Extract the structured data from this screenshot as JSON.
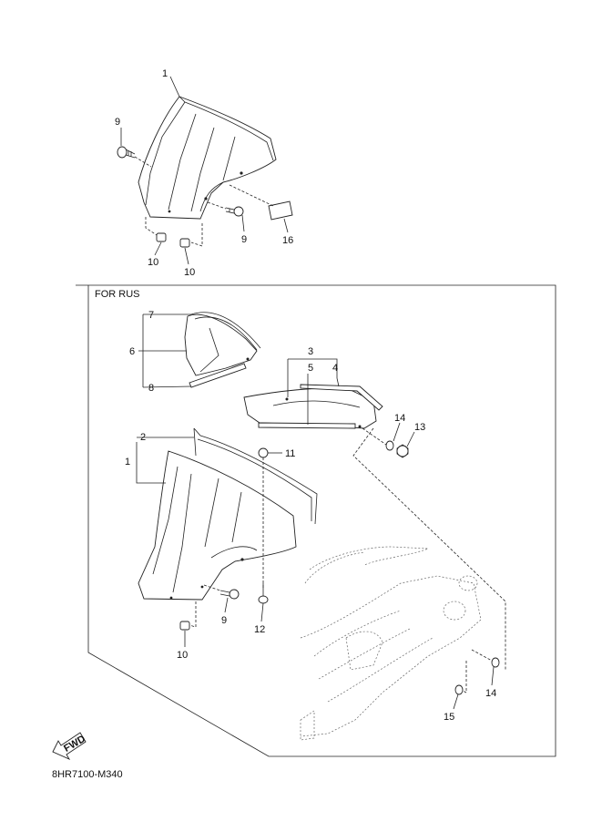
{
  "frame": {
    "title": "FOR RUS"
  },
  "fwd_label": "FWD",
  "diagram_code": "8HR7100-M340",
  "callouts": [
    {
      "id": "c1-top",
      "text": "1"
    },
    {
      "id": "c9-top-left",
      "text": "9"
    },
    {
      "id": "c9-top-right",
      "text": "9"
    },
    {
      "id": "c16",
      "text": "16"
    },
    {
      "id": "c10-top-a",
      "text": "10"
    },
    {
      "id": "c10-top-b",
      "text": "10"
    },
    {
      "id": "c7",
      "text": "7"
    },
    {
      "id": "c6",
      "text": "6"
    },
    {
      "id": "c8",
      "text": "8"
    },
    {
      "id": "c3",
      "text": "3"
    },
    {
      "id": "c5",
      "text": "5"
    },
    {
      "id": "c4",
      "text": "4"
    },
    {
      "id": "c14-upper",
      "text": "14"
    },
    {
      "id": "c13",
      "text": "13"
    },
    {
      "id": "c2",
      "text": "2"
    },
    {
      "id": "c1-rus",
      "text": "1"
    },
    {
      "id": "c11",
      "text": "11"
    },
    {
      "id": "c9-rus",
      "text": "9"
    },
    {
      "id": "c12",
      "text": "12"
    },
    {
      "id": "c10-rus",
      "text": "10"
    },
    {
      "id": "c14-lower",
      "text": "14"
    },
    {
      "id": "c15",
      "text": "15"
    }
  ]
}
